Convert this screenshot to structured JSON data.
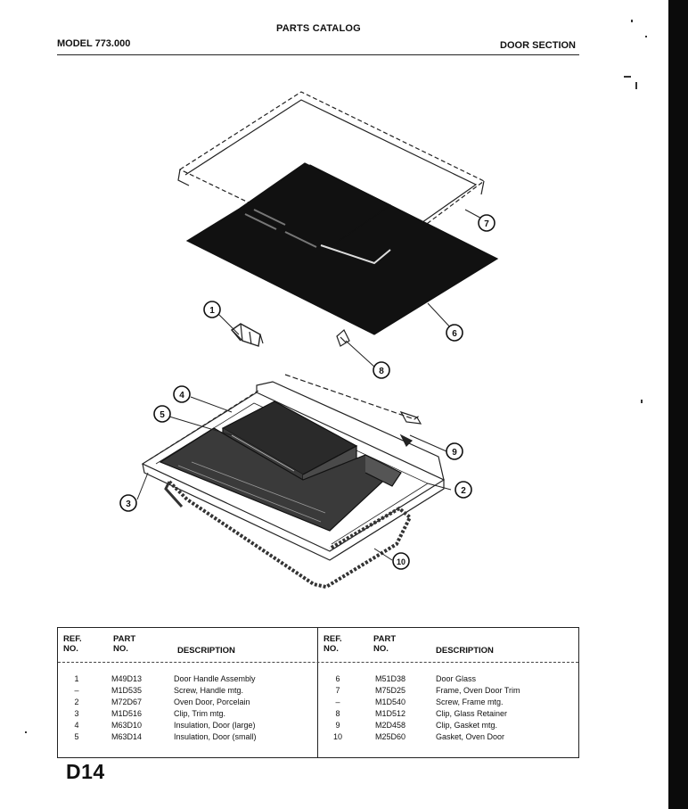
{
  "header": {
    "title": "PARTS CATALOG",
    "model": "MODEL 773.000",
    "section": "DOOR SECTION"
  },
  "diagram": {
    "callouts": [
      "1",
      "2",
      "3",
      "4",
      "5",
      "6",
      "7",
      "8",
      "9",
      "10"
    ]
  },
  "table": {
    "left": {
      "headers": {
        "ref": "REF.\nNO.",
        "part": "PART\nNO.",
        "desc": "DESCRIPTION"
      },
      "rows": [
        {
          "ref": "1",
          "part": "M49D13",
          "desc": "Door Handle Assembly"
        },
        {
          "ref": "–",
          "part": "M1D535",
          "desc": "Screw, Handle mtg."
        },
        {
          "ref": "2",
          "part": "M72D67",
          "desc": "Oven Door, Porcelain"
        },
        {
          "ref": "3",
          "part": "M1D516",
          "desc": "Clip, Trim mtg."
        },
        {
          "ref": "4",
          "part": "M63D10",
          "desc": "Insulation, Door (large)"
        },
        {
          "ref": "5",
          "part": "M63D14",
          "desc": "Insulation, Door (small)"
        }
      ]
    },
    "right": {
      "headers": {
        "ref": "REF.\nNO.",
        "part": "PART\nNO.",
        "desc": "DESCRIPTION"
      },
      "rows": [
        {
          "ref": "6",
          "part": "M51D38",
          "desc": "Door Glass"
        },
        {
          "ref": "7",
          "part": "M75D25",
          "desc": "Frame, Oven Door Trim"
        },
        {
          "ref": "–",
          "part": "M1D540",
          "desc": "Screw, Frame mtg."
        },
        {
          "ref": "8",
          "part": "M1D512",
          "desc": "Clip, Glass Retainer"
        },
        {
          "ref": "9",
          "part": "M2D458",
          "desc": "Clip, Gasket mtg."
        },
        {
          "ref": "10",
          "part": "M25D60",
          "desc": "Gasket, Oven Door"
        }
      ]
    }
  },
  "footer": {
    "code": "D14"
  }
}
